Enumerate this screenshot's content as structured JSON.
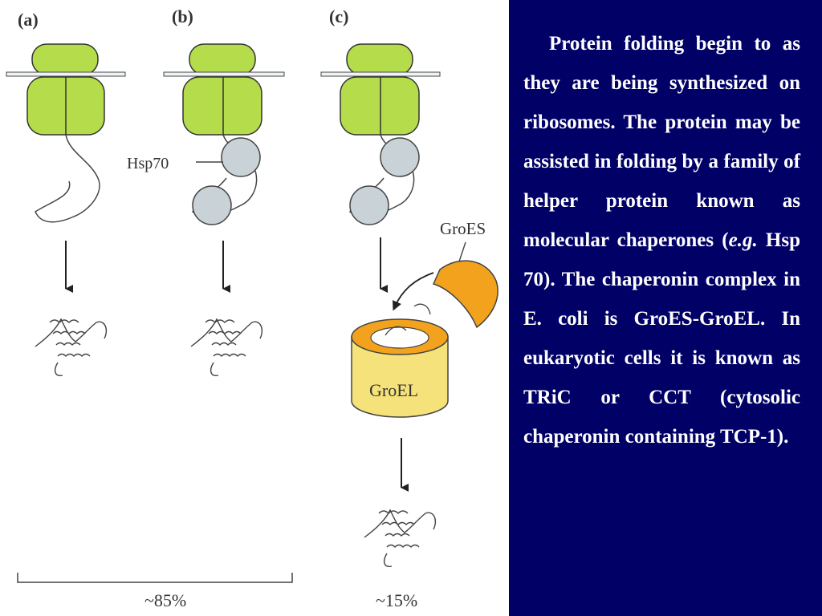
{
  "diagram": {
    "panel_labels": [
      "(a)",
      "(b)",
      "(c)"
    ],
    "hsp70_label": "Hsp70",
    "groes_label": "GroES",
    "groel_label": "GroEL",
    "percent_a_b": "~85%",
    "percent_c": "~15%",
    "colors": {
      "ribosome": "#b5dc4a",
      "hsp70": "#c9d2d6",
      "groes": "#f2a21d",
      "groel_body": "#f6e27a",
      "groel_rim": "#f2a21d",
      "text_panel_bg": "#000066"
    }
  },
  "text": {
    "p1": "Protein folding begin to as they are being synthesized on ribosomes. The protein may be assisted in folding by a family of helper protein known as molecular chaperones (",
    "eg": "e.g.",
    "p2": " Hsp 70). The chaperonin complex in E. coli is GroES-GroEL. In eukaryotic cells it is known as TRiC or CCT (cytosolic chaperonin containing TCP-1)."
  }
}
